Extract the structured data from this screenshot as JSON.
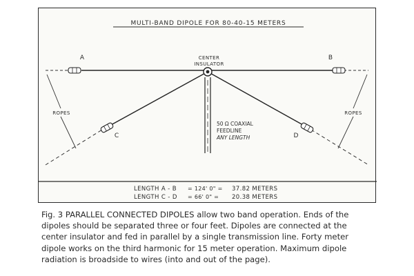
{
  "figure": {
    "title": "MULTI-BAND DIPOLE FOR 80-40-15 METERS",
    "labels": {
      "a": "A",
      "b": "B",
      "c": "C",
      "d": "D",
      "center_insulator_line1": "CENTER",
      "center_insulator_line2": "INSULATOR",
      "ropes_left": "ROPES",
      "ropes_right": "ROPES",
      "feedline_line1": "50 Ω COAXIAL",
      "feedline_line2": "FEEDLINE",
      "feedline_line3": "ANY LENGTH"
    },
    "lengths": [
      {
        "label": "LENGTH A - B",
        "feet": "= 124' 0\" =",
        "meters": "37.82 METERS"
      },
      {
        "label": "LENGTH C - D",
        "feet": "= 66' 0\" =",
        "meters": "20.38 METERS"
      }
    ]
  },
  "caption": {
    "prefix": "Fig. 3",
    "heading": "PARALLEL CONNECTED DIPOLES",
    "lines": [
      " allow two band operation. Ends of the",
      "dipoles should be separated three or four feet. Dipoles are connected at the",
      "center insulator and fed in parallel by a single transmission line. Forty meter",
      "dipole works on the third harmonic for 15 meter operation. Maximum dipole",
      "radiation is broadside to wires (into and out of the page)."
    ]
  }
}
